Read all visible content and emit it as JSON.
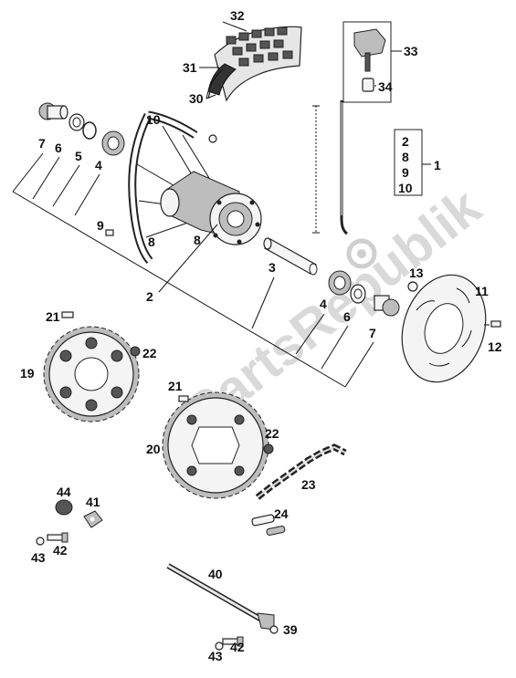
{
  "watermark": "PartsRepublik",
  "labels": {
    "l1": "1",
    "l2": "2",
    "l2b": "2",
    "l3": "3",
    "l4": "4",
    "l4b": "4",
    "l5": "5",
    "l6": "6",
    "l6b": "6",
    "l7": "7",
    "l7b": "7",
    "l8": "8",
    "l8a": "8",
    "l8b": "8",
    "l9": "9",
    "l9b": "9",
    "l10": "10",
    "l10b": "10",
    "l11": "11",
    "l12": "12",
    "l13": "13",
    "l19": "19",
    "l20": "20",
    "l21": "21",
    "l21b": "21",
    "l22": "22",
    "l22b": "22",
    "l23": "23",
    "l24": "24",
    "l30": "30",
    "l31": "31",
    "l32": "32",
    "l33": "33",
    "l34": "34",
    "l39": "39",
    "l40": "40",
    "l41": "41",
    "l42": "42",
    "l42b": "42",
    "l43": "43",
    "l43b": "43",
    "l44": "44"
  }
}
